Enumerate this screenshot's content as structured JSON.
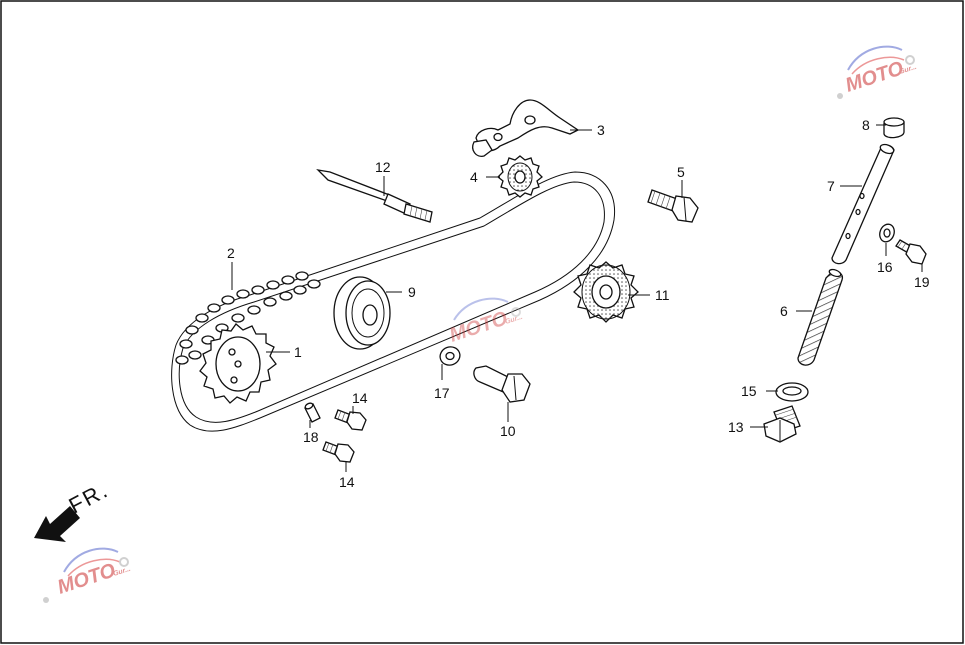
{
  "diagram": {
    "direction_label": "FR.",
    "watermark": {
      "text": "MOTO",
      "tag": "Gur..."
    },
    "parts": [
      {
        "number": "1"
      },
      {
        "number": "2"
      },
      {
        "number": "3"
      },
      {
        "number": "4"
      },
      {
        "number": "5"
      },
      {
        "number": "6"
      },
      {
        "number": "7"
      },
      {
        "number": "8"
      },
      {
        "number": "9"
      },
      {
        "number": "10"
      },
      {
        "number": "11"
      },
      {
        "number": "12"
      },
      {
        "number": "13"
      },
      {
        "number": "14"
      },
      {
        "number": "14"
      },
      {
        "number": "15"
      },
      {
        "number": "16"
      },
      {
        "number": "17"
      },
      {
        "number": "18"
      },
      {
        "number": "19"
      }
    ]
  }
}
